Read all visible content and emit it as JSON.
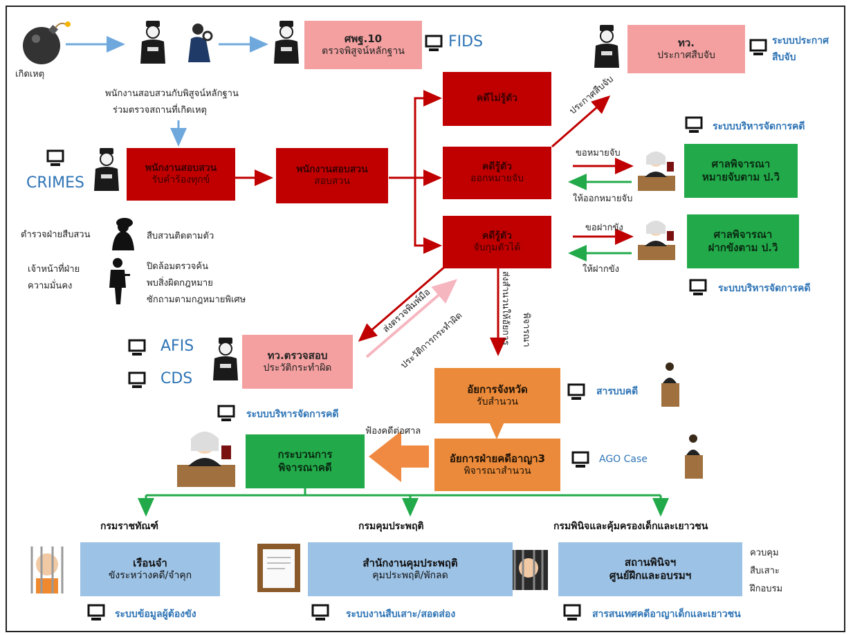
{
  "incident": {
    "label": "เกิดเหตุ"
  },
  "forensic": {
    "team_text_1": "พนักงานสอบสวนกับพิสูจน์หลักฐาน",
    "team_text_2": "ร่วมตรวจสถานที่เกิดเหตุ",
    "office_title": "ศพฐ.10",
    "office_sub": "ตรวจพิสูจน์หลักฐาน",
    "system": "FIDS"
  },
  "announce": {
    "title": "ทว.",
    "sub": "ประกาศสืบจับ",
    "system_1": "ระบบประกาศ",
    "system_2": "สืบจับ"
  },
  "complaint": {
    "title": "พนักงานสอบสวน",
    "sub": "รับคำร้องทุกข์",
    "system": "CRIMES"
  },
  "investigation": {
    "title": "พนักงานสอบสวน",
    "sub": "สอบสวน"
  },
  "cases": {
    "unknown": {
      "title": "คดีไม่รู้ตัว"
    },
    "warrant": {
      "title": "คดีรู้ตัว",
      "sub": "ออกหมายจับ"
    },
    "arrested": {
      "title": "คดีรู้ตัว",
      "sub": "จับกุมตัวได้"
    }
  },
  "court_warrant": {
    "title": "ศาลพิจารณา",
    "sub": "หมายจับตาม ป.วิ",
    "system": "ระบบบริหารจัดการคดี",
    "request_label": "ขอหมายจับ",
    "return_label": "ให้ออกหมายจับ",
    "announce_arrow_label": "ประกาศสืบจับ"
  },
  "court_detain": {
    "title": "ศาลพิจารณา",
    "sub": "ฝากขังตาม ป.วิ",
    "system": "ระบบบริหารจัดการคดี",
    "request_label": "ขอฝากขัง",
    "return_label": "ให้ฝากขัง"
  },
  "patrol": {
    "unit_1": "ตำรวจฝ่ายสืบสวน",
    "task_1": "สืบสวนติดตามตัว",
    "unit_2a": "เจ้าหน้าที่ฝ่าย",
    "unit_2b": "ความมั่นคง",
    "task_2a": "ปิดล้อมตรวจค้น",
    "task_2b": "พบสิ่งผิดกฎหมาย",
    "task_2c": "ซักถามตามกฎหมายพิเศษ"
  },
  "records": {
    "title": "ทว.ตรวจสอบ",
    "sub": "ประวัติกระทำผิด",
    "system_1": "AFIS",
    "system_2": "CDS",
    "send_label": "ส่งตรวจพิมพ์มือ",
    "return_label": "ประวัติการกระทำผิด"
  },
  "to_prosecutor_label_1": "ส่งสำนวนให้อัยการ",
  "to_prosecutor_label_2": "พิจารณา",
  "prosecutor": {
    "title": "อัยการจังหวัด",
    "sub": "รับสำนวน",
    "system": "สารบบคดี"
  },
  "prosecutor2": {
    "title": "อัยการฝ่ายคดีอาญา3",
    "sub": "พิจารณาสำนวน",
    "system": "AGO Case"
  },
  "trial": {
    "title_1": "กระบวนการ",
    "title_2": "พิจารณาคดี",
    "system": "ระบบบริหารจัดการคดี",
    "file_label": "ฟ้องคดีต่อศาล"
  },
  "corrections": {
    "dept": "กรมราชทัณฑ์",
    "title": "เรือนจำ",
    "sub": "ขังระหว่างคดี/จำคุก",
    "system": "ระบบข้อมูลผู้ต้องขัง"
  },
  "probation": {
    "dept": "กรมคุมประพฤติ",
    "title": "สำนักงานคุมประพฤติ",
    "sub": "คุมประพฤติ/พักลด",
    "system": "ระบบงานสืบเสาะ/สอดส่อง"
  },
  "juvenile": {
    "dept": "กรมพินิจและคุ้มครองเด็กและเยาวชน",
    "title_1": "สถานพินิจฯ",
    "title_2": "ศูนย์ฝึกและอบรมฯ",
    "note_1": "ควบคุม",
    "note_2": "สืบเสาะ",
    "note_3": "ฝึกอบรม",
    "system": "สารสนเทศคดีอาญาเด็กและเยาวชน"
  },
  "colors": {
    "red": "#c00000",
    "pink": "#f4a0a0",
    "green": "#22aa4a",
    "orange": "#ea8a3a",
    "blue_box": "#9cc2e5",
    "system_text": "#2e74b5",
    "arrow_blue": "#6fa8dc",
    "arrow_green": "#22aa4a"
  }
}
